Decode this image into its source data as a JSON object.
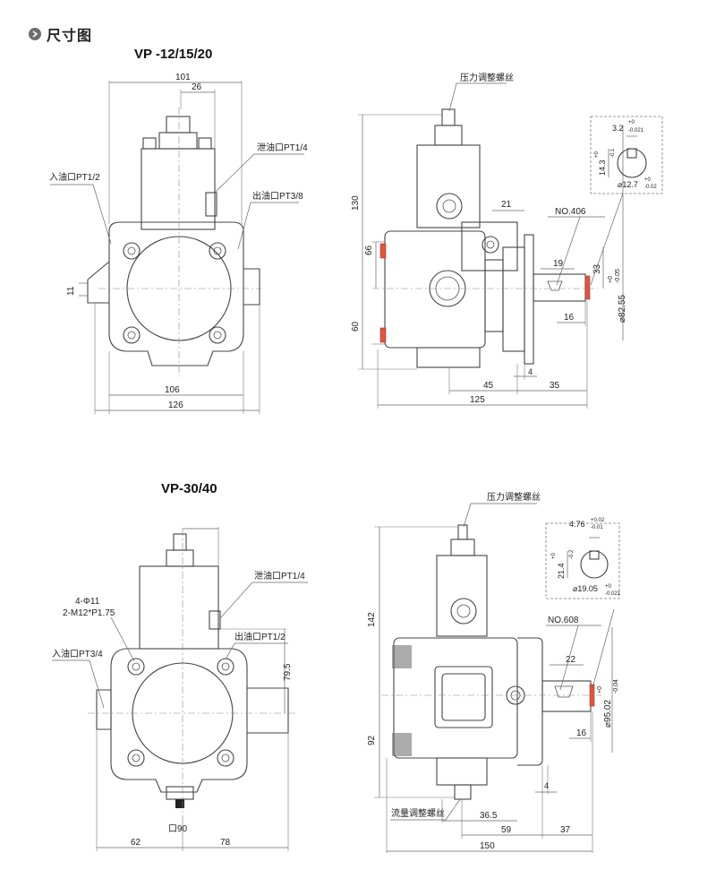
{
  "header": {
    "title": "尺寸图"
  },
  "model1": {
    "title": "VP -12/15/20",
    "front": {
      "dims": {
        "overall_top": "101",
        "offset_top": "26",
        "bolt_span": "106",
        "overall_bottom": "126",
        "key_height": "11"
      },
      "labels": {
        "drain": "泄油口PT1/4",
        "inlet": "入油口PT1/2",
        "outlet": "出油口PT3/8"
      }
    },
    "side": {
      "labels": {
        "pressure_screw": "压力调整螺丝",
        "key_no": "NO.406"
      },
      "dims": {
        "height_upper": "130",
        "height_66": "66",
        "height_60": "60",
        "port_21": "21",
        "shaft_19": "19",
        "shaft_16": "16",
        "shaft_33": "33",
        "flange_4": "4",
        "len_45": "45",
        "len_35": "35",
        "len_125": "125"
      },
      "shaft_diameter": {
        "value": "⌀82.55",
        "upper": "+0",
        "lower": "-0.05"
      },
      "key_detail": {
        "width": "3.2",
        "width_upper": "+0",
        "width_lower": "-0.021",
        "height": "14.3",
        "height_upper": "+0",
        "height_lower": "-0.1",
        "dia": "⌀12.7",
        "dia_upper": "+0",
        "dia_lower": "-0.02"
      }
    }
  },
  "model2": {
    "title": "VP-30/40",
    "front": {
      "labels": {
        "holes": "4-Φ11",
        "threads": "2-M12*P1.75",
        "inlet": "入油口PT3/4",
        "drain": "泄油口PT1/4",
        "outlet": "出油口PT1/2",
        "square": "口90"
      },
      "dims": {
        "height_79_5": "79.5",
        "left_62": "62",
        "right_78": "78"
      }
    },
    "side": {
      "labels": {
        "pressure_screw": "压力调整螺丝",
        "key_no": "NO.608",
        "flow_screw": "流量调整螺丝"
      },
      "dims": {
        "height_142": "142",
        "height_92": "92",
        "shaft_22": "22",
        "shaft_16": "16",
        "flange_4": "4",
        "len_36_5": "36.5",
        "len_59": "59",
        "len_37": "37",
        "len_150": "150"
      },
      "shaft_diameter": {
        "value": "⌀95.02",
        "upper": "+0",
        "lower": "-0.04"
      },
      "key_detail": {
        "width": "4.76",
        "width_upper": "+0.02",
        "width_lower": "-0.01",
        "height": "21.4",
        "height_upper": "+0",
        "height_lower": "-0.2",
        "dia": "⌀19.05",
        "dia_upper": "+0",
        "dia_lower": "-0.021"
      }
    }
  }
}
